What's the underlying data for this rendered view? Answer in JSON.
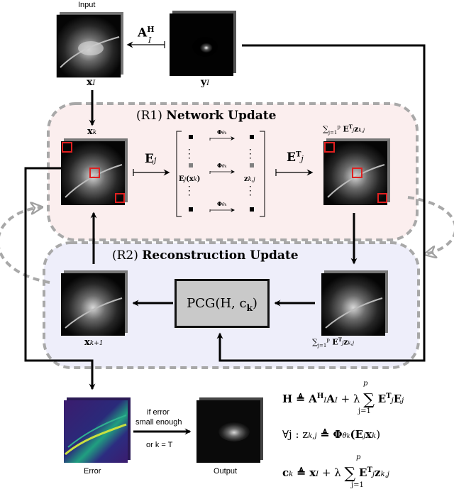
{
  "labels": {
    "input": "Input",
    "output": "Output",
    "error": "Error",
    "x_I": "x",
    "x_I_sub": "I",
    "y_I": "y",
    "y_I_sub": "I",
    "x_k": "x",
    "x_k_sub": "k",
    "x_k1": "x",
    "x_k1_sub": "k+1",
    "adjoint_op": "A",
    "adjoint_sup": "H",
    "adjoint_sub": "I",
    "E_j": "E",
    "E_j_sub": "j",
    "E_j_T": "E",
    "E_j_T_sup": "T",
    "E_j_T_sub": "j",
    "patch_extract": "E",
    "patch_extract_rest": "(x",
    "patch_extract_sub": "j",
    "patch_extract_k": "k",
    "z_kj": "z",
    "z_kj_sub": "k,j",
    "phi": "Φ",
    "phi_sub": "θ",
    "phi_subsub": "k",
    "sum_expr": "∑",
    "sum_limits": "p",
    "sum_lower": "j=1",
    "sum_body": "E",
    "sum_body_sup": "T",
    "sum_body_sub": "j",
    "sum_z": "z",
    "sum_z_sub": "k,j",
    "stop_line1": "if error",
    "stop_line2": "small enough",
    "stop_line3": "or k = T"
  },
  "regions": {
    "r1_tag": "(R1)",
    "r1_title": "Network Update",
    "r2_tag": "(R2)",
    "r2_title": "Reconstruction Update"
  },
  "pcg": {
    "text": "PCG(H, c",
    "sub": "k",
    "close": ")"
  },
  "equations": {
    "eq1_lhs": "H ≜ A",
    "eq1_sup": "H",
    "eq1_sub": "I",
    "eq1_mid": "A",
    "eq1_mid_sub": "I",
    "eq1_plus": "+ λ",
    "eq1_sum_top": "p",
    "eq1_sum_bot": "j=1",
    "eq1_body": "E",
    "eq1_body_sup": "T",
    "eq1_body_sub": "j",
    "eq1_tail": "E",
    "eq1_tail_sub": "j",
    "eq2": "∀j : z",
    "eq2_sub": "k,j",
    "eq2_mid": " ≜ Φ",
    "eq2_phi_sub": "θ",
    "eq2_phi_subsub": "k",
    "eq2_tail": "(E",
    "eq2_tail_sub": "j",
    "eq2_end": "x",
    "eq2_end_sub": "k",
    "eq2_close": ")",
    "eq3_lhs": "c",
    "eq3_lhs_sub": "k",
    "eq3_mid": " ≜ x",
    "eq3_mid_sub": "I",
    "eq3_plus": " + λ",
    "eq3_sum_top": "p",
    "eq3_sum_bot": "j=1",
    "eq3_body": "E",
    "eq3_body_sup": "T",
    "eq3_body_sub": "j",
    "eq3_tail": "z",
    "eq3_tail_sub": "k,j"
  },
  "colors": {
    "r1_fill": "#fbeeee",
    "r2_fill": "#eeeefa",
    "region_border": "#a8a8a8",
    "patch_red": "#e02020",
    "pcg_fill": "#c9c9c9"
  }
}
